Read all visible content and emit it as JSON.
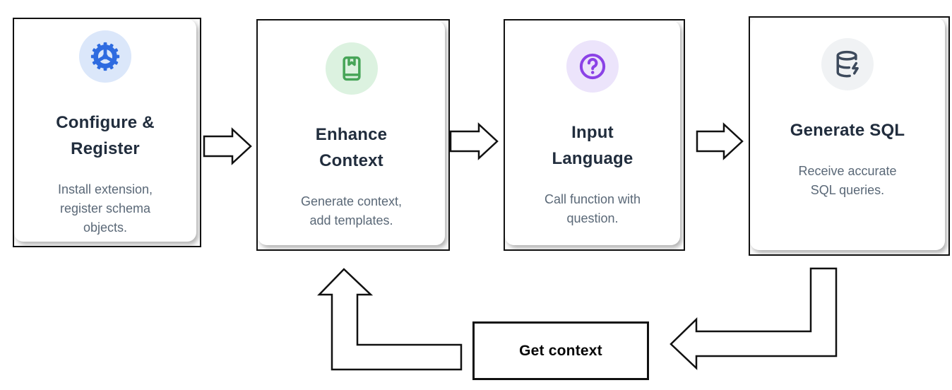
{
  "diagram": {
    "steps": [
      {
        "title": "Configure & Register",
        "title_lines": [
          "Configure &",
          "Register"
        ],
        "desc_lines": [
          "Install extension,",
          "register schema",
          "objects."
        ],
        "icon": "gear-icon",
        "icon_color": "#2e6be0",
        "icon_bg": "#dbe7fa"
      },
      {
        "title": "Enhance Context",
        "title_lines": [
          "Enhance",
          "Context"
        ],
        "desc_lines": [
          "Generate context,",
          "add templates."
        ],
        "icon": "book-bookmark-icon",
        "icon_color": "#47a558",
        "icon_bg": "#dcf2e0"
      },
      {
        "title": "Input Language",
        "title_lines": [
          "Input",
          "Language"
        ],
        "desc_lines": [
          "Call function with",
          "question."
        ],
        "icon": "help-circle-icon",
        "icon_color": "#8b42e6",
        "icon_bg": "#ece4fb"
      },
      {
        "title": "Generate SQL",
        "title_lines": [
          "Generate SQL"
        ],
        "desc_lines": [
          "Receive accurate",
          "SQL queries."
        ],
        "icon": "database-zap-icon",
        "icon_color": "#3d4a5c",
        "icon_bg": "#f0f2f4"
      }
    ],
    "loop": {
      "label": "Get context"
    },
    "colors": {
      "card_border": "#111111",
      "arrow_outline": "#111111",
      "title_text": "#212d3d",
      "body_text": "#5a6877"
    }
  }
}
